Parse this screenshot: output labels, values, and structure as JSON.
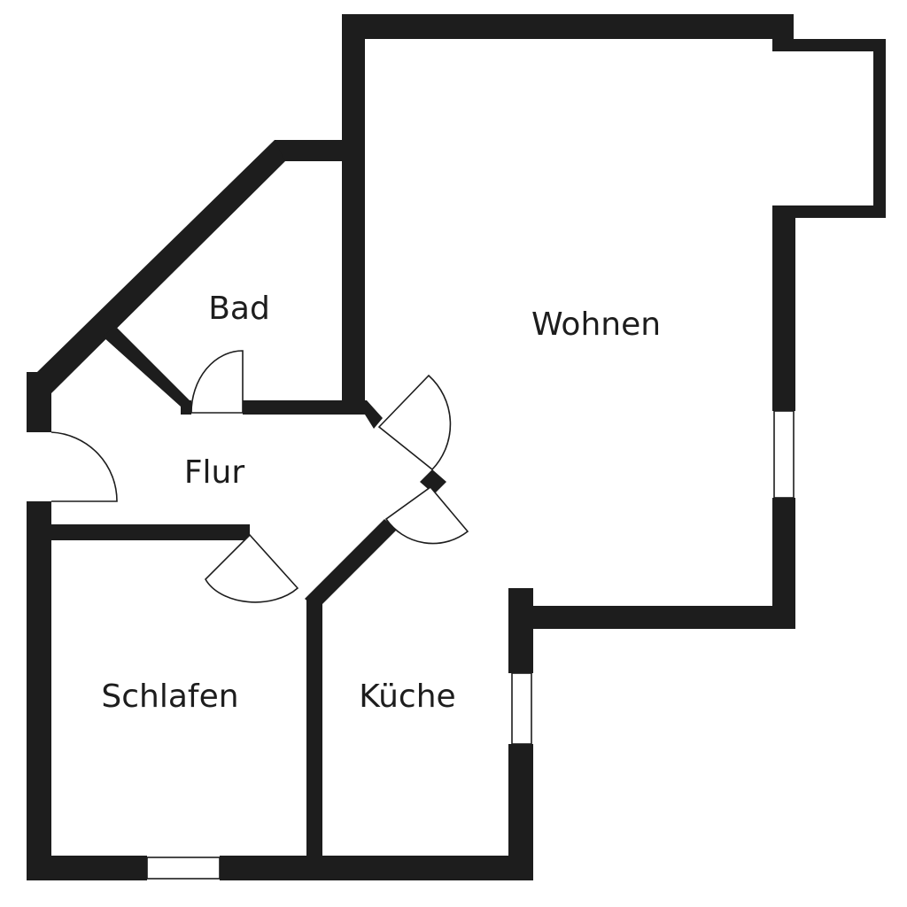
{
  "rooms": {
    "bad": "Bad",
    "wohnen": "Wohnen",
    "flur": "Flur",
    "schlafen": "Schlafen",
    "kueche": "Küche"
  },
  "colors": {
    "wall": "#1d1d1d",
    "background": "#ffffff"
  }
}
